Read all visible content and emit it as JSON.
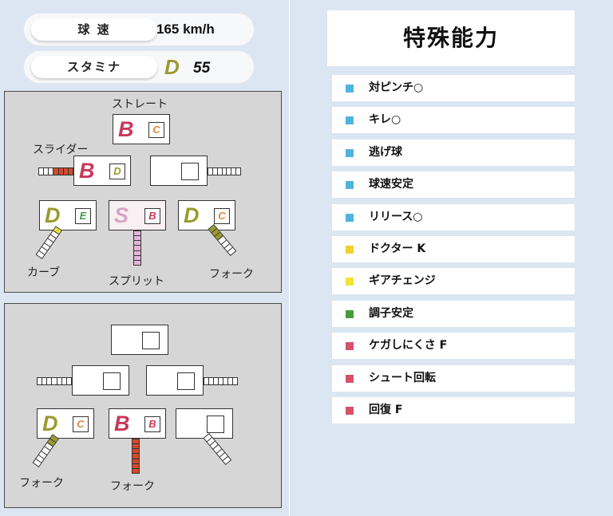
{
  "stats": {
    "speed": {
      "label": "球 速",
      "value": "165 km/h"
    },
    "stamina": {
      "label": "スタミナ",
      "grade": "D",
      "grade_color": "#9a9a2e",
      "value": "55"
    }
  },
  "pitch_panel_1": {
    "straight": {
      "label": "ストレート",
      "grade": "B",
      "grade_color": "#c8385a",
      "sub": "C",
      "sub_color": "#e08a40"
    },
    "slider": {
      "label": "スライダー",
      "grade": "B",
      "grade_color": "#c8385a",
      "sub": "D",
      "sub_color": "#9a9a2e"
    },
    "curve": {
      "label": "カーブ",
      "grade": "D",
      "grade_color": "#9a9a2e",
      "sub": "E",
      "sub_color": "#4a9a4a"
    },
    "split": {
      "label": "スプリット",
      "grade": "S",
      "grade_color": "#d9a4c4",
      "sub": "B",
      "sub_color": "#c8385a"
    },
    "fork": {
      "label": "フォーク",
      "grade": "D",
      "grade_color": "#9a9a2e",
      "sub": "C",
      "sub_color": "#e08a40"
    }
  },
  "pitch_panel_2": {
    "left_down": {
      "label": "フォーク",
      "grade": "D",
      "grade_color": "#9a9a2e",
      "sub": "C",
      "sub_color": "#e08a40"
    },
    "down": {
      "label": "フォーク",
      "grade": "B",
      "grade_color": "#c8385a",
      "sub": "B",
      "sub_color": "#c8385a"
    }
  },
  "abilities": {
    "title": "特殊能力",
    "items": [
      {
        "label": "対ピンチ○",
        "color": "#4fb3e0"
      },
      {
        "label": "キレ○",
        "color": "#4fb3e0"
      },
      {
        "label": "逃げ球",
        "color": "#4fb3e0"
      },
      {
        "label": "球速安定",
        "color": "#4fb3e0"
      },
      {
        "label": "リリース○",
        "color": "#4fb3e0"
      },
      {
        "label": "ドクター K",
        "color": "#f2d02c"
      },
      {
        "label": "ギアチェンジ",
        "color": "#f2e436"
      },
      {
        "label": "調子安定",
        "color": "#4a9a3a"
      },
      {
        "label": "ケガしにくさ F",
        "color": "#d9506a"
      },
      {
        "label": "シュート回転",
        "color": "#d9506a"
      },
      {
        "label": "回復 F",
        "color": "#d9506a"
      }
    ]
  }
}
